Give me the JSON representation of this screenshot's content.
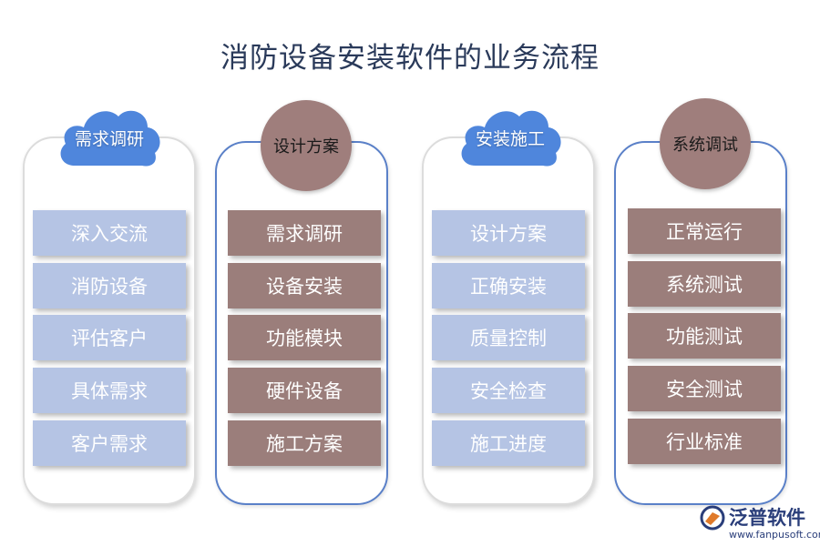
{
  "title": "消防设备安装软件的业务流程",
  "columns": [
    {
      "header": "需求调研",
      "items": [
        "深入交流",
        "消防设备",
        "评估客户",
        "具体需求",
        "客户需求"
      ]
    },
    {
      "header": "设计方案",
      "items": [
        "需求调研",
        "设备安装",
        "功能模块",
        "硬件设备",
        "施工方案"
      ]
    },
    {
      "header": "安装施工",
      "items": [
        "设计方案",
        "正确安装",
        "质量控制",
        "安全检查",
        "施工进度"
      ]
    },
    {
      "header": "系统调试",
      "items": [
        "正常运行",
        "系统测试",
        "功能测试",
        "安全测试",
        "行业标准"
      ]
    }
  ],
  "logo": {
    "name": "泛普软件",
    "url": "www.fanpusoft.com"
  },
  "colors": {
    "cloud": "#4f86dc",
    "circle": "#9f7e7c",
    "light_item": "#b5c4e4",
    "dark_item": "#9b7e7b",
    "blue_border": "#5a80c8"
  }
}
